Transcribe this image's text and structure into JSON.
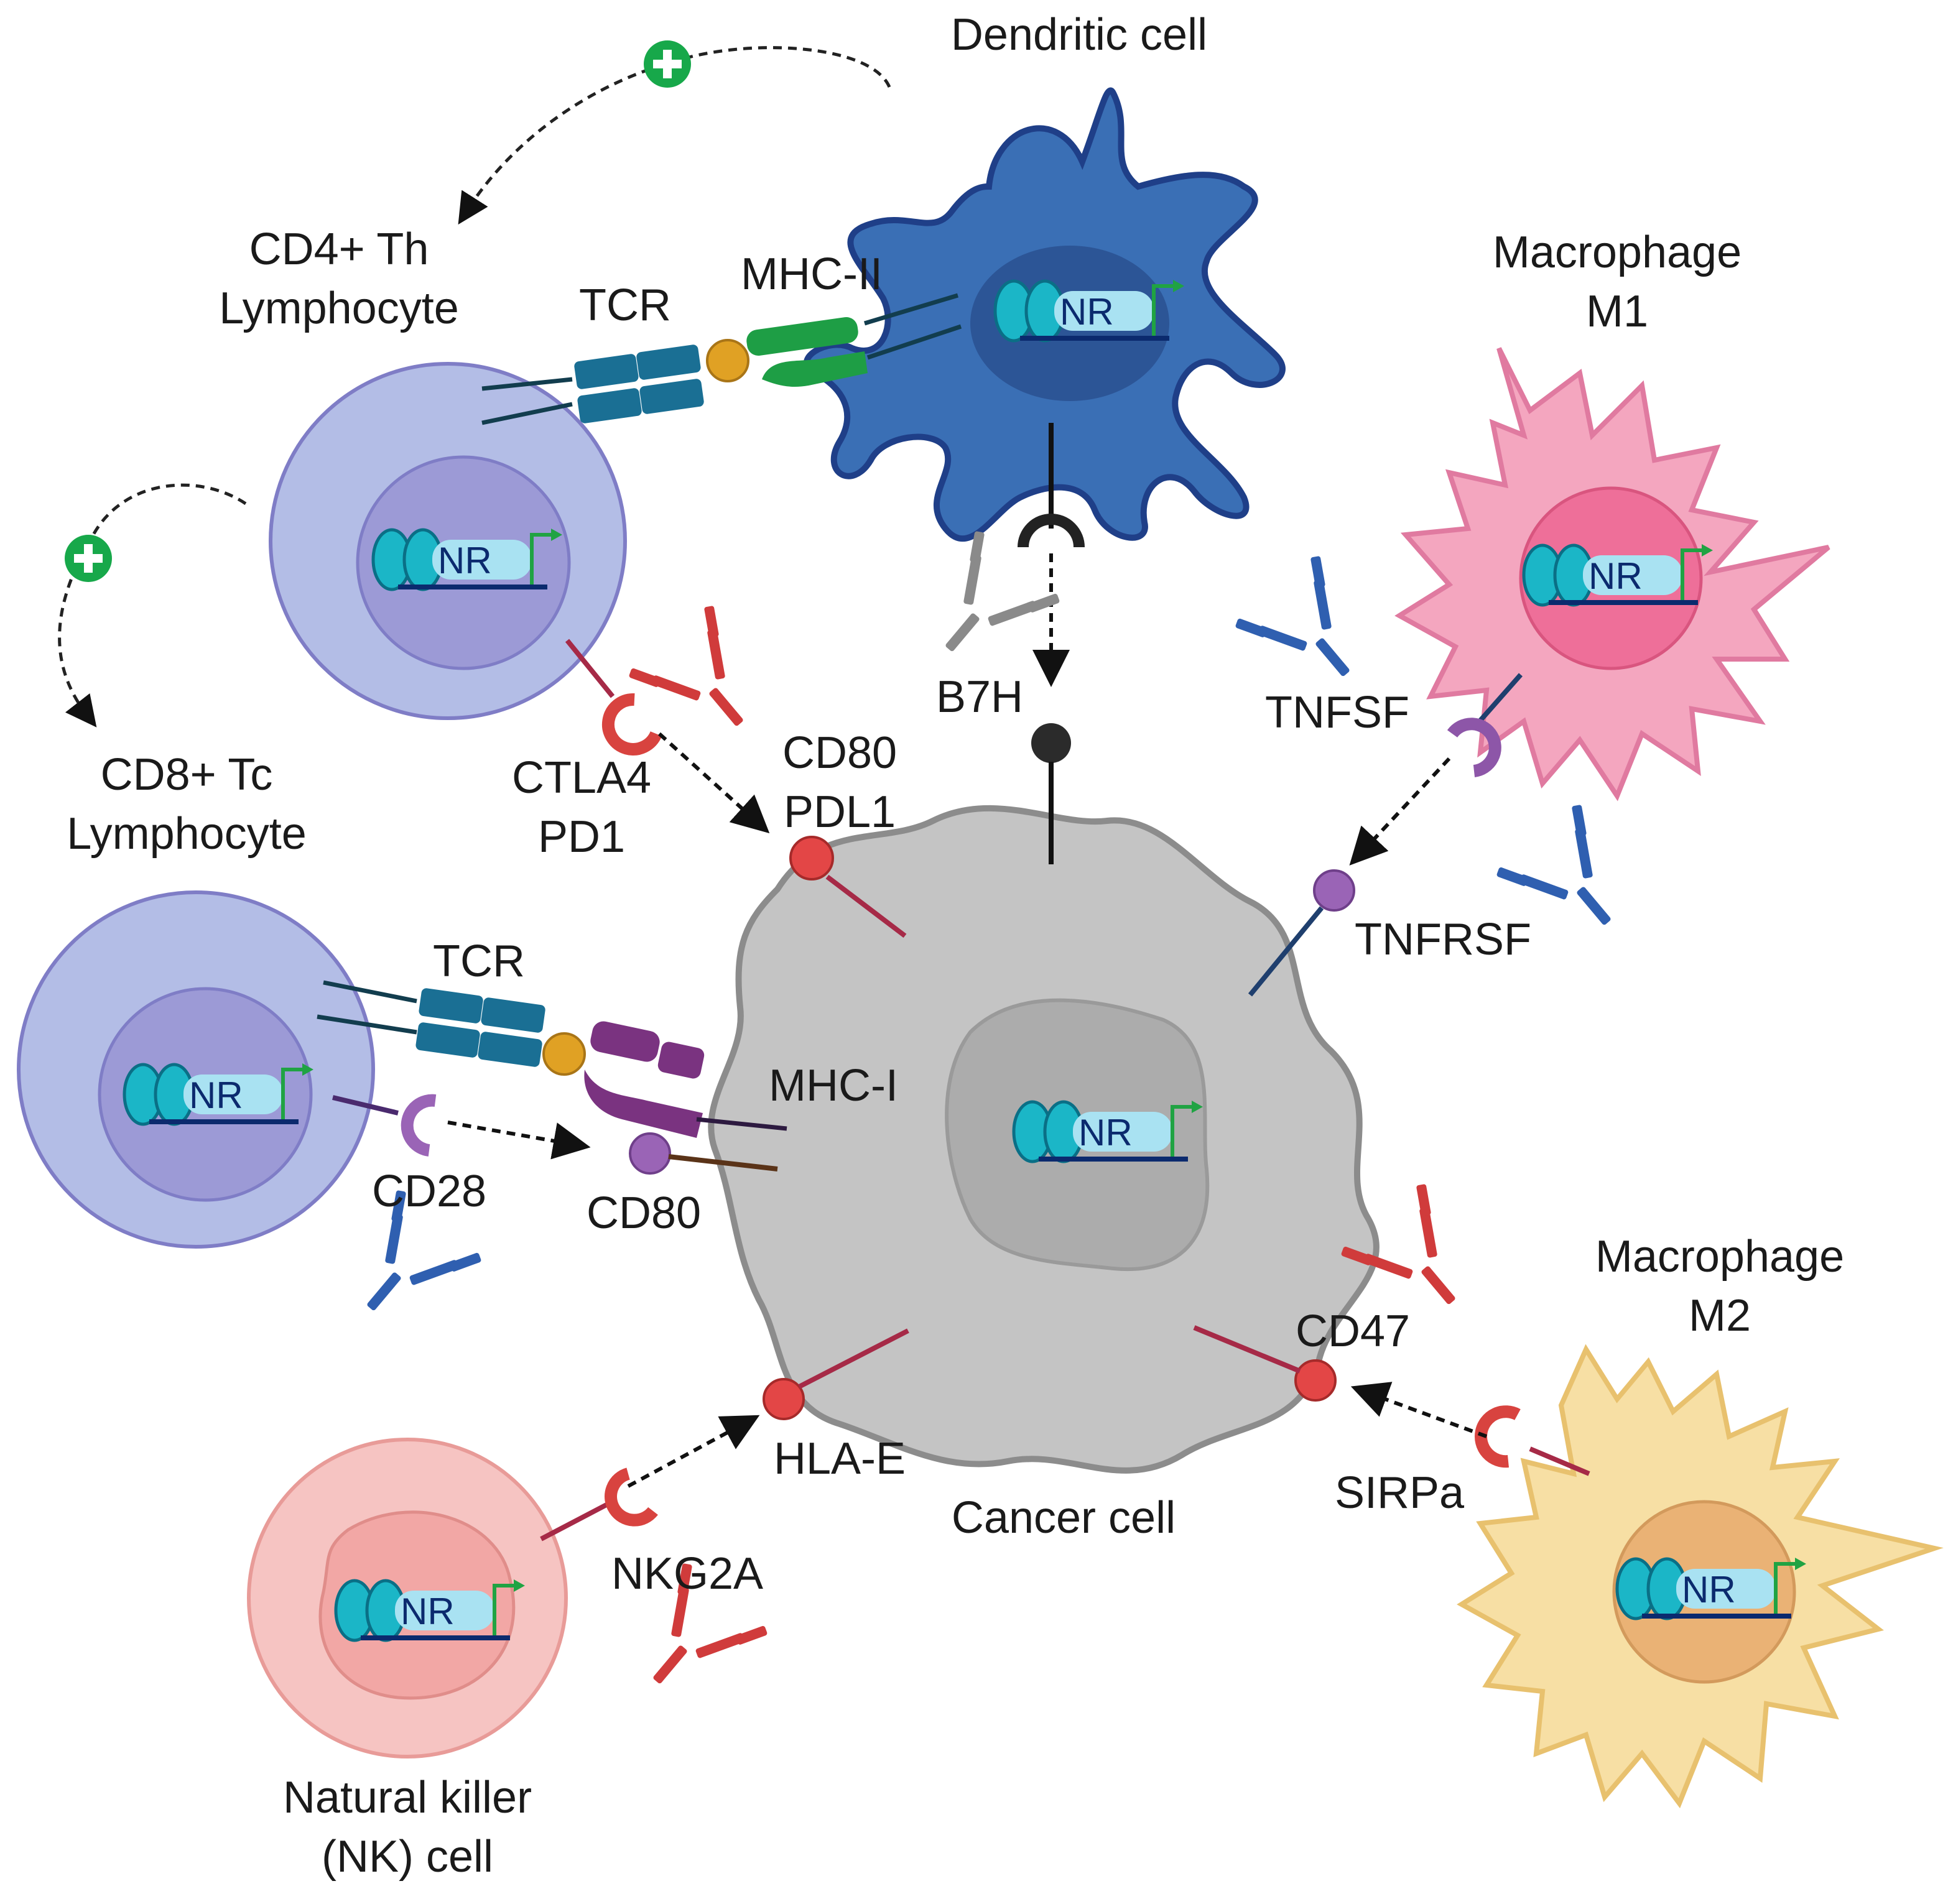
{
  "cells": {
    "dendritic": "Dendritic cell",
    "cd4_line1": "CD4+ Th",
    "cd4_line2": "Lymphocyte",
    "cd8_line1": "CD8+ Tc",
    "cd8_line2": "Lymphocyte",
    "m1_line1": "Macrophage",
    "m1_line2": "M1",
    "m2_line1": "Macrophage",
    "m2_line2": "M2",
    "cancer": "Cancer cell",
    "nk_line1": "Natural killer",
    "nk_line2": "(NK) cell"
  },
  "receptors": {
    "tcr_top": "TCR",
    "mhc2": "MHC-II",
    "tcr_mid": "TCR",
    "mhc1": "MHC-I",
    "b7h": "B7H",
    "ctla4": "CTLA4",
    "pd1": "PD1",
    "cd80_top": "CD80",
    "pdl1": "PDL1",
    "tnfsf": "TNFSF",
    "tnfrsf": "TNFRSF",
    "cd28": "CD28",
    "cd80_mid": "CD80",
    "cd47": "CD47",
    "sirpa": "SIRPa",
    "hlae": "HLA-E",
    "nkg2a": "NKG2A"
  },
  "nucleus_label": "NR",
  "colors": {
    "lymphocyte_outer": "#b3bde6",
    "lymphocyte_inner": "#9c9ad6",
    "dendritic": "#3a6fb5",
    "m1": "#f4a6bf",
    "m2": "#f7dfa4",
    "cancer": "#c4c4c4",
    "nk": "#f6c4c2",
    "antibody_red": "#d03b3b",
    "antibody_blue": "#2f5fb0",
    "antibody_gray": "#8a8a8a",
    "plus_green": "#17a84a"
  }
}
